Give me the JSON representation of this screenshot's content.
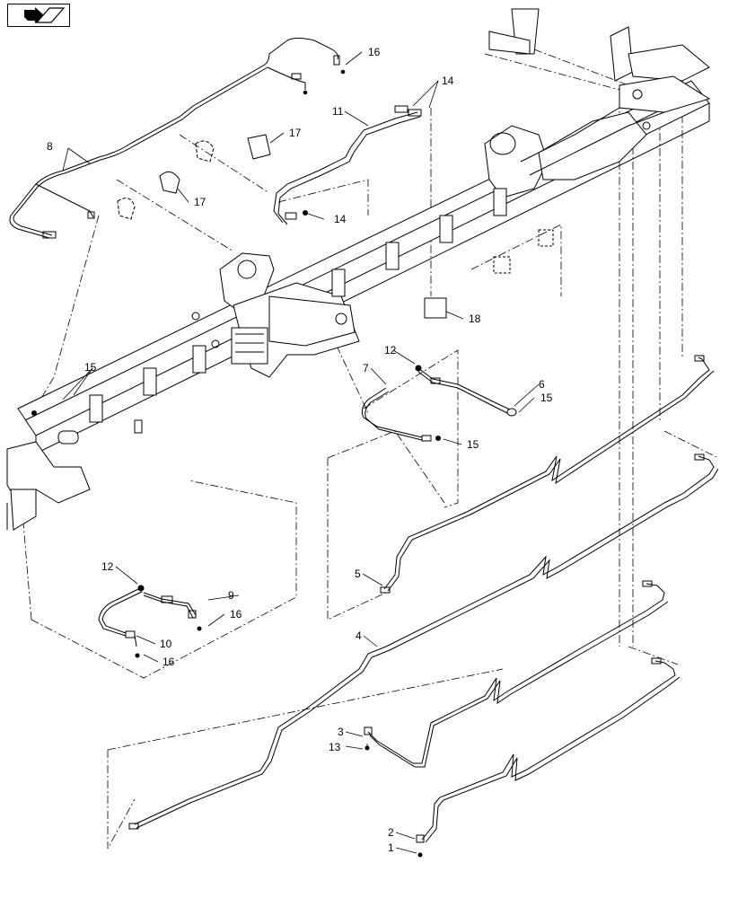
{
  "navigation": {
    "icon": "page-turn-arrow-icon"
  },
  "callouts": {
    "c1": "1",
    "c2": "2",
    "c3": "3",
    "c4": "4",
    "c5": "5",
    "c6": "6",
    "c7": "7",
    "c8": "8",
    "c9": "9",
    "c10": "10",
    "c11": "11",
    "c12a": "12",
    "c12b": "12",
    "c13": "13",
    "c14a": "14",
    "c14b": "14",
    "c15a": "15",
    "c15b": "15",
    "c15c": "15",
    "c16a": "16",
    "c16b": "16",
    "c16c": "16",
    "c17a": "17",
    "c17b": "17",
    "c18": "18"
  }
}
